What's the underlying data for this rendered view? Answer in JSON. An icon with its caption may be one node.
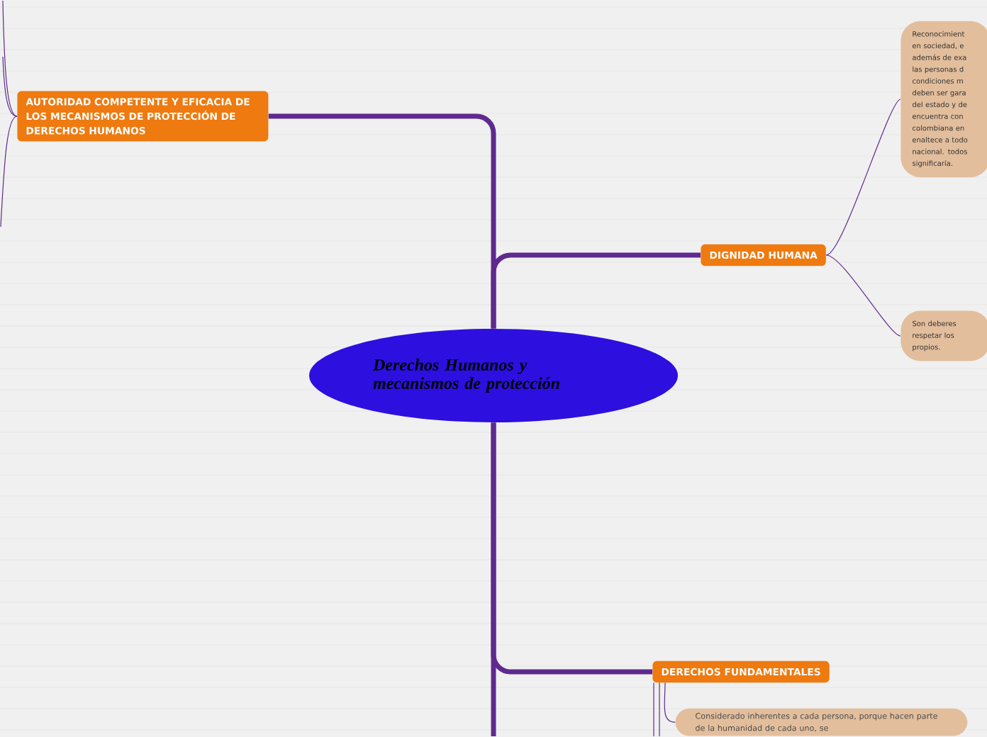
{
  "diagram": {
    "nodes": [
      {
        "text": [
          "Derechos Humanos y mecanismos de protección"
        ]
      },
      {
        "text": [
          "AUTORIDAD COMPETENTE Y EFICACIA DE LOS MECANISMOS DE PROTECCIÓN DE DERECHOS HUMANOS"
        ]
      },
      {
        "text": [
          "DIGNIDAD HUMANA"
        ]
      },
      {
        "text": [
          "Reconocimient en sociedad, e además de exa las personas d condiciones m deben ser gara del estado y de encuentra con colombiana en enaltece a todo nacional. todos significaría."
        ]
      },
      {
        "text": [
          "Son deberes respetar los propios."
        ]
      },
      {
        "text": [
          "DERECHOS FUNDAMENTALES"
        ]
      },
      {
        "text": [
          "Considerado inherentes a cada persona, porque hacen  parte de la humanidad de cada uno, se"
        ]
      }
    ],
    "edges": [
      {
        "from": 0,
        "to": 1,
        "arrow": "none",
        "style": "thick"
      },
      {
        "from": 0,
        "to": 2,
        "arrow": "none",
        "style": "thick"
      },
      {
        "from": 0,
        "to": 5,
        "arrow": "none",
        "style": "thick"
      },
      {
        "from": 0,
        "to": null,
        "arrow": "none",
        "style": "thick"
      },
      {
        "from": 1,
        "to": null,
        "arrow": "none"
      },
      {
        "from": 1,
        "to": null,
        "arrow": "none"
      },
      {
        "from": 1,
        "to": null,
        "arrow": "none"
      },
      {
        "from": 2,
        "to": 3,
        "arrow": "none"
      },
      {
        "from": 2,
        "to": 4,
        "arrow": "none"
      },
      {
        "from": 5,
        "to": 6,
        "arrow": "none"
      },
      {
        "from": 5,
        "to": null,
        "arrow": "none"
      },
      {
        "from": 5,
        "to": null,
        "arrow": "none"
      }
    ]
  }
}
